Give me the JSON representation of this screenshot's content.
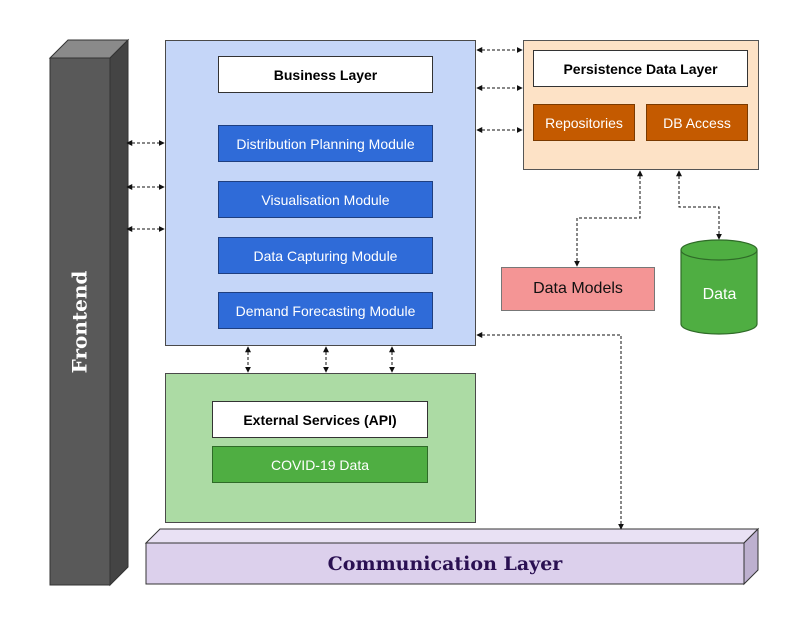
{
  "frontend": {
    "label": "Frontend",
    "colors": {
      "front": "#595959",
      "side": "#444444"
    }
  },
  "business_layer": {
    "title": "Business Layer",
    "color": "#c5d6f8",
    "modules": [
      "Distribution Planning Module",
      "Visualisation Module",
      "Data Capturing Module",
      "Demand Forecasting Module"
    ]
  },
  "persistence_layer": {
    "title": "Persistence Data Layer",
    "color": "#fde2c6",
    "items": [
      "Repositories",
      "DB Access"
    ]
  },
  "data_models": {
    "label": "Data Models",
    "color": "#f49595"
  },
  "data_store": {
    "label": "Data",
    "icon": "database-cylinder-icon",
    "color": "#4fae42"
  },
  "external_services": {
    "title": "External Services (API)",
    "color": "#acdba4",
    "items": [
      "COVID-19 Data"
    ]
  },
  "communication_layer": {
    "label": "Communication Layer",
    "color": "#dcd0ec"
  }
}
